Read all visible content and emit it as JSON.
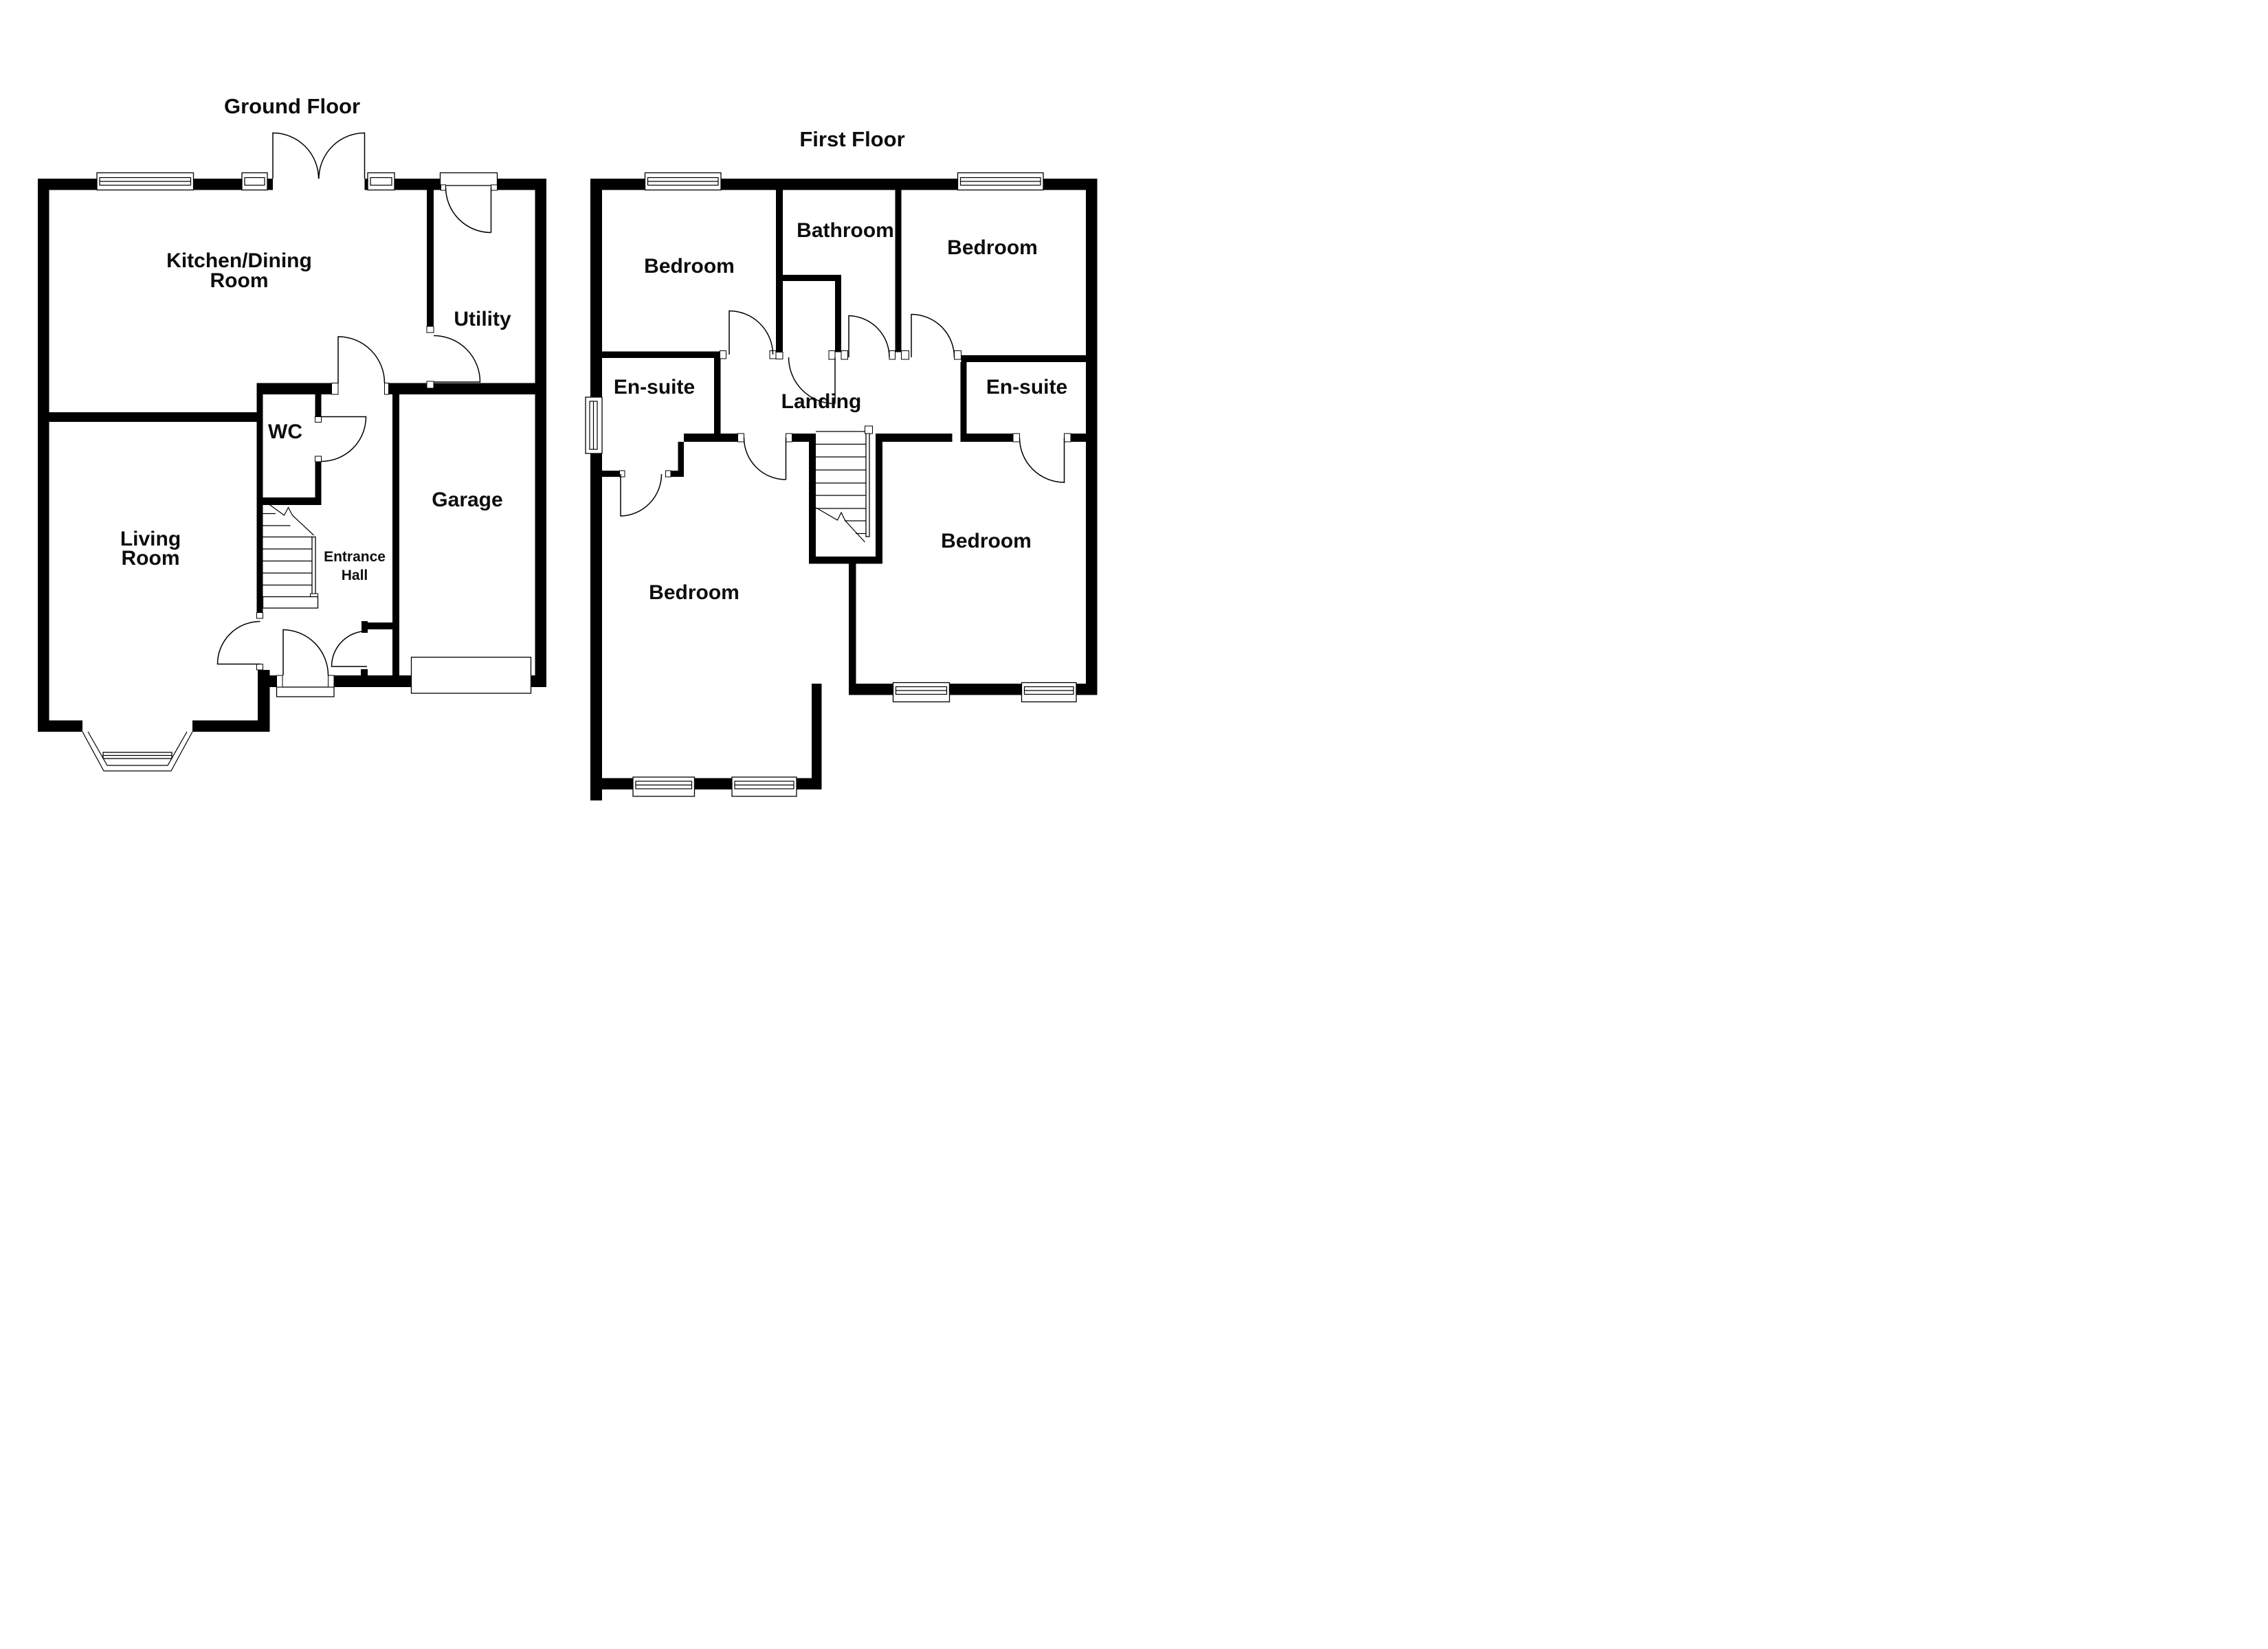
{
  "page": {
    "background": "#ffffff"
  },
  "colors": {
    "wall": "#000000",
    "line": "#000000",
    "text": "#0d0d0d"
  },
  "ground_floor": {
    "title": "Ground Floor",
    "rooms": {
      "kitchen_line1": "Kitchen/Dining",
      "kitchen_line2": "Room",
      "utility": "Utility",
      "wc": "WC",
      "garage": "Garage",
      "living_line1": "Living",
      "living_line2": "Room",
      "hall_line1": "Entrance",
      "hall_line2": "Hall"
    }
  },
  "first_floor": {
    "title": "First Floor",
    "rooms": {
      "bedroom_top_left": "Bedroom",
      "bathroom": "Bathroom",
      "bedroom_top_right": "Bedroom",
      "ensuite_left": "En-suite",
      "landing": "Landing",
      "ensuite_right": "En-suite",
      "bedroom_bottom_left": "Bedroom",
      "bedroom_bottom_right": "Bedroom"
    }
  }
}
